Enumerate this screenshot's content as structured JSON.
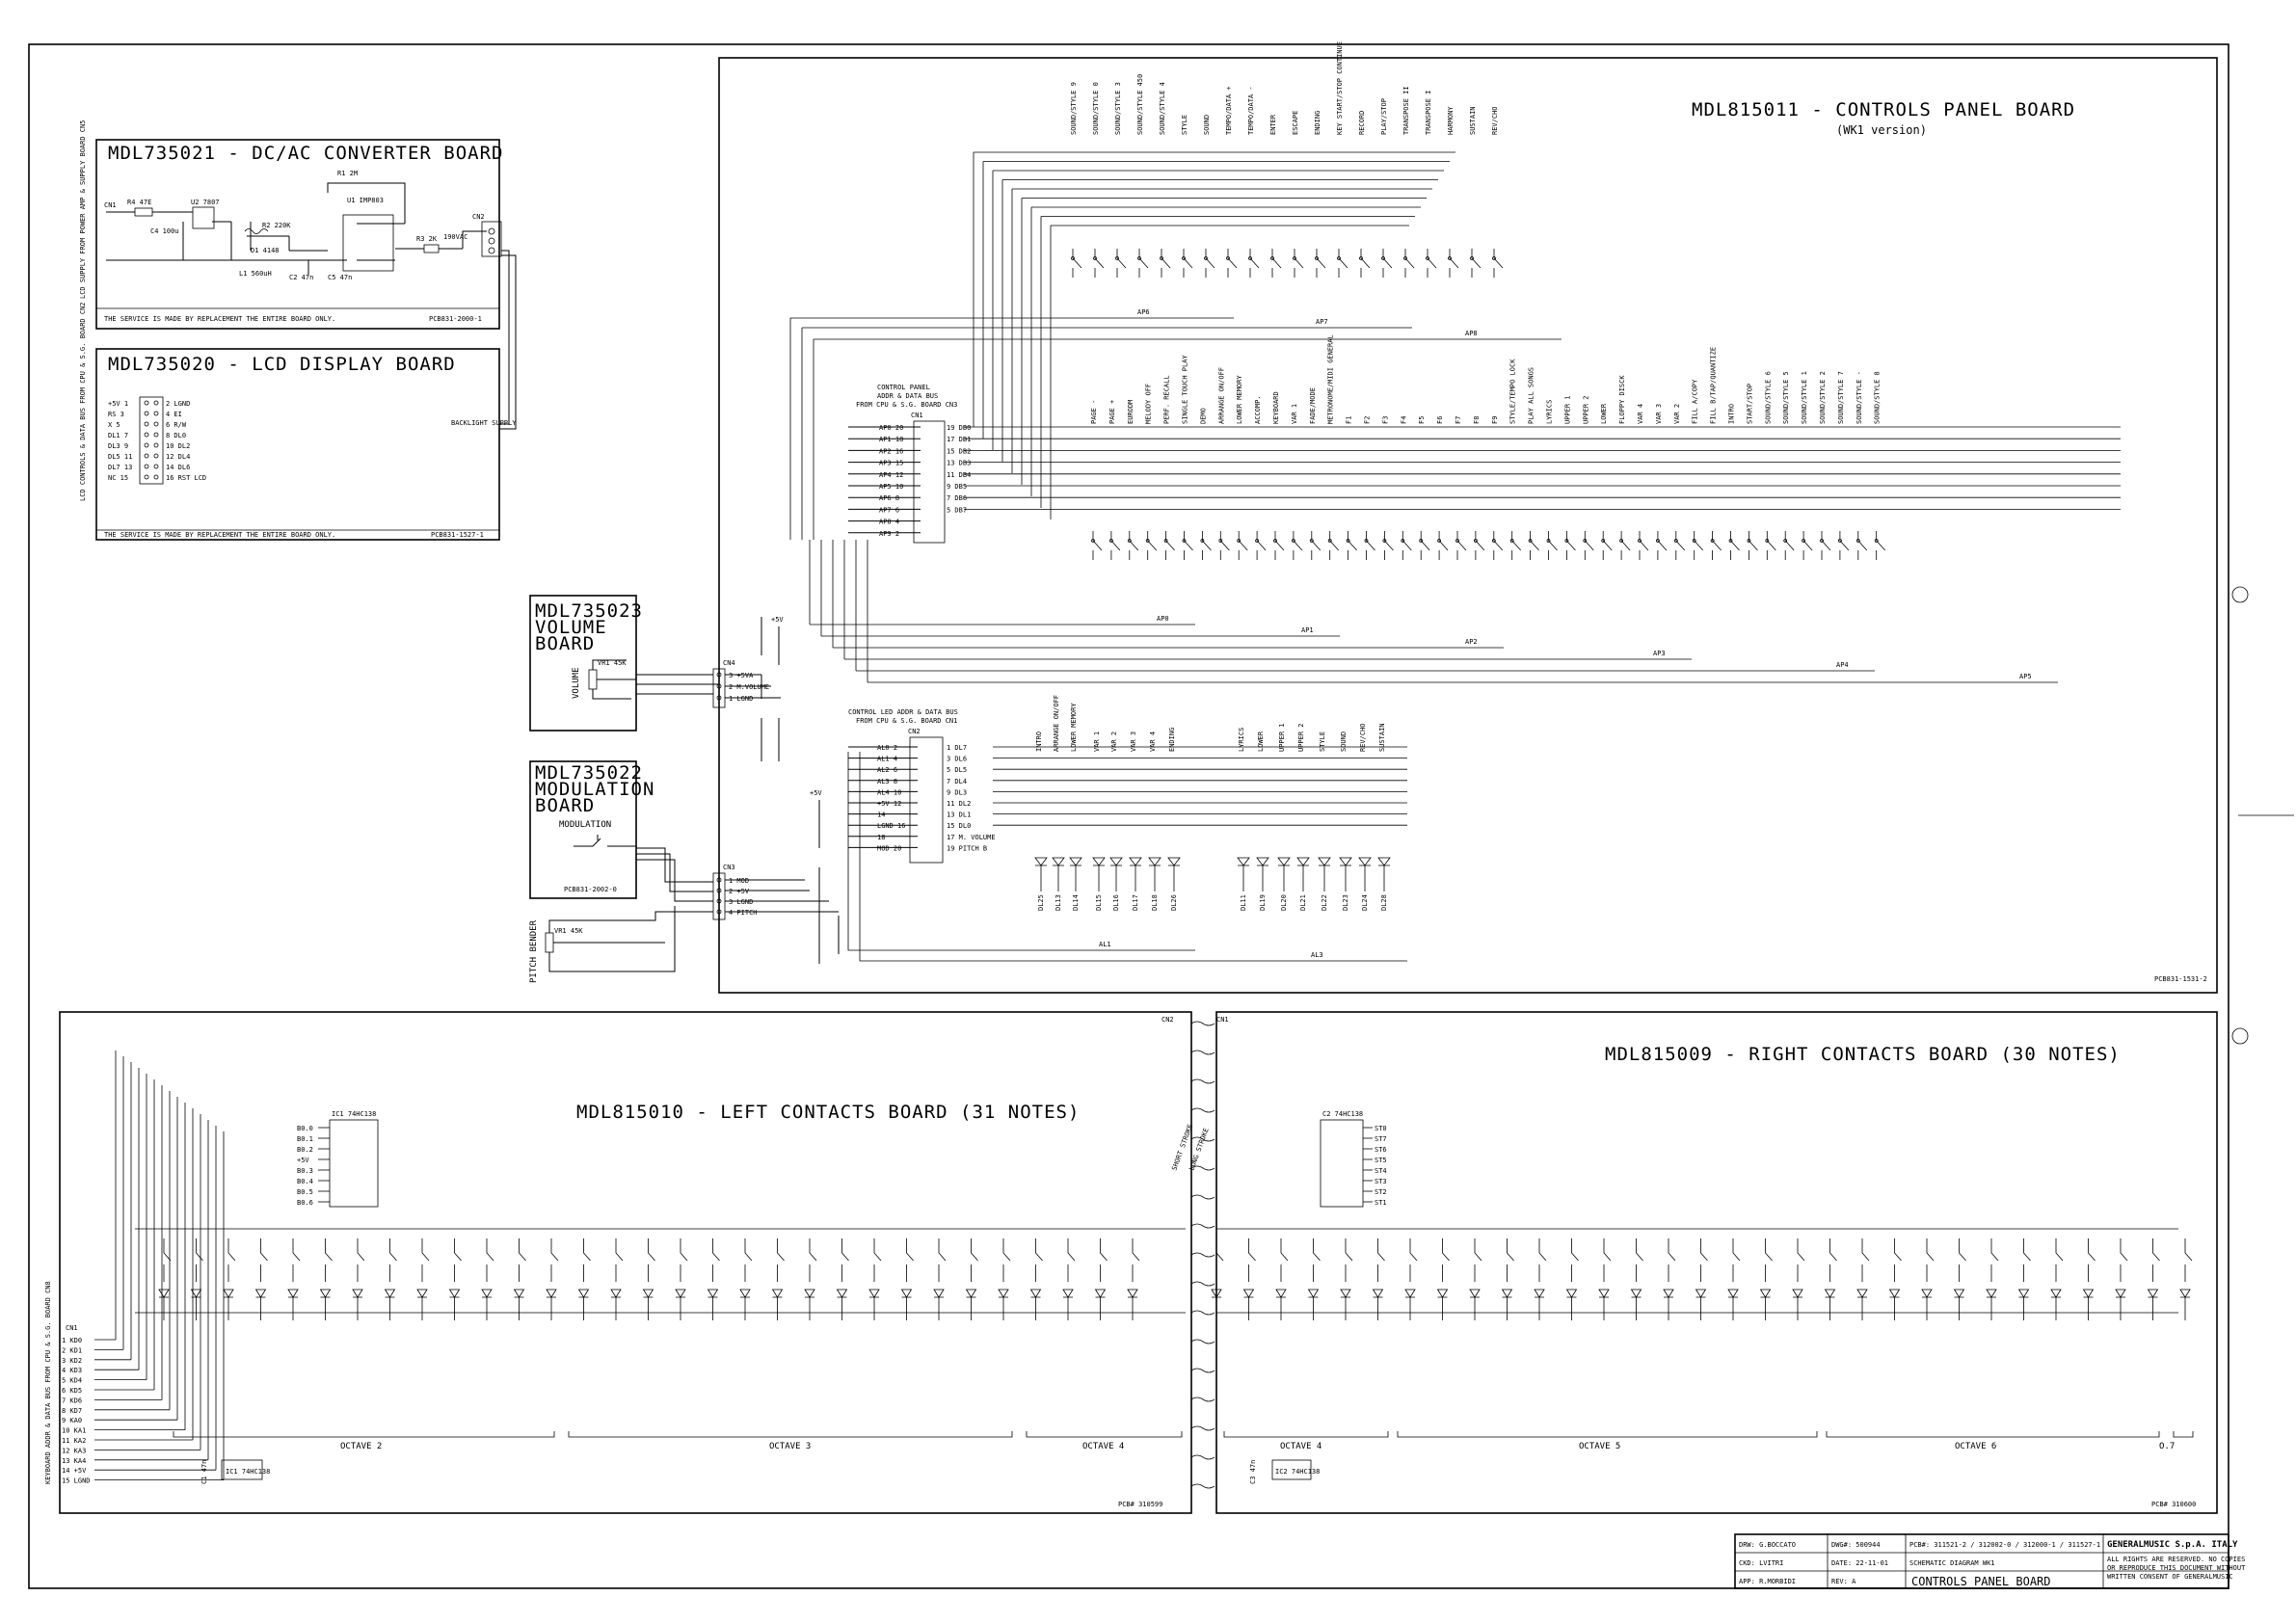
{
  "boards": {
    "converter": {
      "title": "MDL735021 - DC/AC CONVERTER BOARD",
      "footer": "THE SERVICE IS MADE BY REPLACEMENT THE ENTIRE BOARD ONLY.",
      "pcb": "PCB831-2000-1",
      "side": "LCD SUPPLY FROM POWER AMP & SUPPLY BOARD CN5",
      "cn": "CN1",
      "cn2": "CN2",
      "parts": [
        "R4 47E",
        "U2 7807",
        "C4 100u",
        "R1 2M",
        "U1 IMP803",
        "R2 220K",
        "D1 4148",
        "L1 560uH",
        "R3 2K",
        "190VAC",
        "C2 47n",
        "C5 47n"
      ]
    },
    "lcd": {
      "title": "MDL735020 - LCD DISPLAY BOARD",
      "footer": "THE SERVICE IS MADE BY REPLACEMENT THE ENTIRE BOARD ONLY.",
      "pcb": "PCB831-1527-1",
      "side": "LCD CONTROLS & DATA BUS FROM CPU & S.G. BOARD CN2",
      "backlight": "BACKLIGHT SUPPLY",
      "left_pins": [
        "+5V 1",
        "RS 3",
        "X 5",
        "DL1 7",
        "DL3 9",
        "DL5 11",
        "DL7 13",
        "NC 15"
      ],
      "right_pins": [
        "2 LGND",
        "4 EI",
        "6 R/W",
        "8 DL0",
        "10 DL2",
        "12 DL4",
        "14 DL6",
        "16 RST LCD"
      ]
    },
    "volume": {
      "title": "MDL735023\nVOLUME\nBOARD",
      "pot": "VR1 45K",
      "label": "VOLUME",
      "cn": "CN4",
      "pins": [
        "3 +5VA",
        "2 M.VOLUME",
        "1 LGND"
      ]
    },
    "modulation": {
      "title": "MDL735022\nMODULATION\nBOARD",
      "label": "MODULATION",
      "pcb": "PCB831-2002-0",
      "cn": "CN3",
      "pins": [
        "1 MOD",
        "2 +5V",
        "3 LGND",
        "4 PITCH"
      ],
      "pitch": "PITCH BENDER",
      "pot": "VR1 45K"
    },
    "controls": {
      "title": "MDL815011 - CONTROLS PANEL BOARD",
      "subtitle": "(WK1 version)",
      "pcb": "PCB831-1531-2",
      "bus1": "CONTROL PANEL ADDR & DATA BUS FROM CPU & S.G. BOARD CN3",
      "bus1_cn": "CN1",
      "bus1_left": [
        "AP0 20",
        "AP1 18",
        "AP2 16",
        "AP3 15",
        "AP4 12",
        "AP5 10",
        "AP6 8",
        "AP7 6",
        "AP8 4",
        "AP9 2"
      ],
      "bus1_right": [
        "19 DB0",
        "17 DB1",
        "15 DB2",
        "13 DB3",
        "11 DB4",
        "9 DB5",
        "7 DB6",
        "5 DB7"
      ],
      "bus2": "CONTROL LED ADDR & DATA BUS FROM CPU & S.G. BOARD CN1",
      "bus2_cn": "CN2",
      "bus2_left": [
        "AL0 2",
        "AL1 4",
        "AL2 6",
        "AL3 8",
        "AL4 10",
        "+5V 12",
        "14",
        "LGND 16",
        "18",
        "MOD 20"
      ],
      "bus2_right": [
        "1 DL7",
        "3 DL6",
        "5 DL5",
        "7 DL4",
        "9 DL3",
        "11 DL2",
        "13 DL1",
        "15 DL0",
        "17 M. VOLUME",
        "19 PITCH B"
      ],
      "top_labels": [
        "SOUND/STYLE 9",
        "SOUND/STYLE 0",
        "SOUND/STYLE 3",
        "SOUND/STYLE 450",
        "SOUND/STYLE 4",
        "STYLE",
        "SOUND",
        "TEMPO/DATA +",
        "TEMPO/DATA -",
        "ENTER",
        "ESCAPE",
        "ENDING",
        "KEY START/STOP CONTINUE",
        "RECORD",
        "PLAY/STOP",
        "TRANSPOSE II",
        "TRANSPOSE I",
        "HARMONY",
        "SUSTAIN",
        "REV/CHO"
      ],
      "mid_labels": [
        "PAGE -",
        "PAGE +",
        "EURODM",
        "MELODY OFF",
        "PERF. RECALL",
        "SINGLE TOUCH PLAY",
        "DEMO",
        "ARRANGE ON/OFF",
        "LOWER MEMORY",
        "ACCOMP.",
        "KEYBOARD",
        "VAR 1",
        "FADE/MODE",
        "METRONOME/MIDI GENERAL",
        "F1",
        "F2",
        "F3",
        "F4",
        "F5",
        "F6",
        "F7",
        "F8",
        "F9",
        "STYLE/TEMPO LOCK",
        "PLAY ALL SONGS",
        "LYRICS",
        "UPPER 1",
        "UPPER 2",
        "LOWER",
        "FLOPPY DISCK",
        "VAR 4",
        "VAR 3",
        "VAR 2",
        "FILL A/COPY",
        "FILL B/TAP/QUANTIZE",
        "INTRO",
        "START/STOP",
        "SOUND/STYLE 6",
        "SOUND/STYLE 5",
        "SOUND/STYLE 1",
        "SOUND/STYLE 2",
        "SOUND/STYLE 7",
        "SOUND/STYLE -",
        "SOUND/STYLE 8"
      ],
      "led_labels": [
        "INTRO",
        "ARRANGE ON/OFF",
        "LOWER MEMORY",
        "VAR 1",
        "VAR 2",
        "VAR 3",
        "VAR 4",
        "ENDING",
        "LYRICS",
        "LOWER",
        "UPPER 1",
        "UPPER 2",
        "STYLE",
        "SOUND",
        "REV/CHO",
        "SUSTAIN"
      ],
      "led_refs": [
        "DL25",
        "DL13",
        "DL14",
        "DL15",
        "DL16",
        "DL17",
        "DL18",
        "DL26",
        "DL11",
        "DL19",
        "DL20",
        "DL21",
        "DL22",
        "DL23",
        "DL24",
        "DL28"
      ],
      "ap_row1": [
        "AP6",
        "AP7",
        "AP8"
      ],
      "ap_row2": [
        "AP0",
        "AP1",
        "AP2",
        "AP3",
        "AP4",
        "AP5"
      ],
      "al": [
        "AL1",
        "AL3"
      ]
    },
    "right": {
      "title": "MDL815009 - RIGHT CONTACTS BOARD (30 NOTES)",
      "pcb": "PCB# 310600",
      "ic": "C2 74HC138",
      "outs": [
        "ST0",
        "ST7",
        "ST6",
        "ST5",
        "ST4",
        "ST3",
        "ST2",
        "ST1"
      ],
      "octaves": [
        "OCTAVE 4",
        "OCTAVE 5",
        "OCTAVE 6",
        "O.7"
      ],
      "cn": "CN1",
      "chip": "IC2 74HC138",
      "cap": "C3 47n"
    },
    "left": {
      "title": "MDL815010 - LEFT CONTACTS BOARD (31 NOTES)",
      "pcb": "PCB# 310599",
      "ic": "IC1 74HC138",
      "ins": [
        "B0.0",
        "B0.1",
        "B0.2",
        "+5V",
        "B0.3",
        "B0.4",
        "B0.5",
        "B0.6"
      ],
      "octaves": [
        "OCTAVE 2",
        "OCTAVE 3",
        "OCTAVE 4"
      ],
      "cn": "CN2",
      "chip": "IC1 74HC138",
      "cap": "C1 47n",
      "side": "KEYBOARD ADDR & DATA BUS FROM CPU & S.G. BOARD CN8",
      "cn1": "CN1",
      "bus": [
        "1 KD0",
        "2 KD1",
        "3 KD2",
        "4 KD3",
        "5 KD4",
        "6 KD5",
        "7 KD6",
        "8 KD7",
        "9 KA0",
        "10 KA1",
        "11 KA2",
        "12 KA3",
        "13 KA4",
        "14 +5V",
        "15 LGND"
      ],
      "sw": [
        "SHORT STROKE",
        "LONG STROKE"
      ]
    }
  },
  "titleblock": {
    "drw": "DRW: G.BOCCATO",
    "dwg": "DWG#: 500944",
    "pcb": "PCB#: 311521-2 / 312002-0 / 312000-1 / 311527-1",
    "chk": "CKD: LVITRI",
    "date": "DATE: 22-11-01",
    "schematic": "SCHEMATIC DIAGRAM WK1",
    "app": "APP: R.MORBIDI",
    "rev": "REV: A",
    "name": "CONTROLS PANEL BOARD",
    "company": "GENERALMUSIC S.p.A. ITALY",
    "rights": [
      "ALL RIGHTS ARE RESERVED. NO COPIES",
      "OR REPRODUCE THIS DOCUMENT WITHOUT",
      "WRITTEN CONSENT OF GENERALMUSIC"
    ]
  }
}
